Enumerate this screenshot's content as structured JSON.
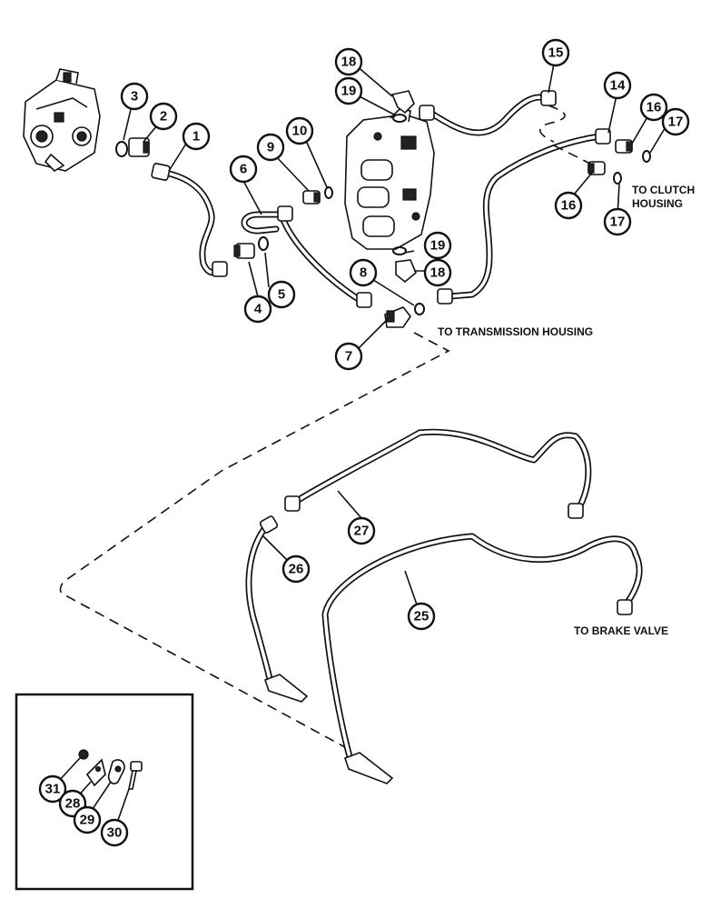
{
  "labels": {
    "to_clutch_line1": "TO CLUTCH",
    "to_clutch_line2": "HOUSING",
    "to_transmission": "TO TRANSMISSION HOUSING",
    "to_brake": "TO BRAKE VALVE"
  },
  "callouts": {
    "c1": "1",
    "c2": "2",
    "c3": "3",
    "c4": "4",
    "c5": "5",
    "c6": "6",
    "c7": "7",
    "c8": "8",
    "c9": "9",
    "c10": "10",
    "c14": "14",
    "c15": "15",
    "c16a": "16",
    "c16b": "16",
    "c17a": "17",
    "c17b": "17",
    "c18a": "18",
    "c18b": "18",
    "c19a": "19",
    "c19b": "19",
    "c25": "25",
    "c26": "26",
    "c27": "27",
    "c28": "28",
    "c29": "29",
    "c30": "30",
    "c31": "31"
  }
}
